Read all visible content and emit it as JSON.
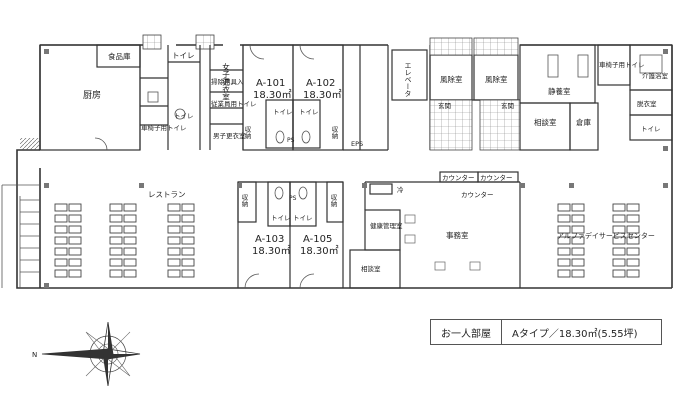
{
  "rooms": {
    "shokuhinko": "食品庫",
    "toile_top": "トイレ",
    "women_changing": "女子更衣室",
    "cleaning_storage": "掃除用具入",
    "emp_toilet": "従業員用トイレ",
    "men_changing": "男子更衣室",
    "kitchen": "厨房",
    "wheelchair_toilet_left": "車椅子用トイレ",
    "toile_left": "トイレ",
    "a101_name": "A-101",
    "a101_area": "18.30㎡",
    "a102_name": "A-102",
    "a102_area": "18.30㎡",
    "a103_name": "A-103",
    "a103_area": "18.30㎡",
    "a105_name": "A-105",
    "a105_area": "18.30㎡",
    "unit_toilet": "トイレ",
    "ps": "PS",
    "storage": "収納",
    "eps": "EPS",
    "elevator": "エレベータ",
    "bath1": "風除室",
    "bath2": "風除室",
    "entrance1": "玄関",
    "entrance2": "玄関",
    "rest_room": "静養室",
    "consult_room_right": "相談室",
    "warehouse": "倉庫",
    "wheelchair_toilet_right": "車椅子用トイレ",
    "care_bath": "介護浴室",
    "changing_room": "脱衣室",
    "toile_right": "トイレ",
    "restaurant": "レストラン",
    "counter1": "カウンター",
    "counter2": "カウンター",
    "counter3": "カウンター",
    "cold": "冷",
    "health_room": "健康管理室",
    "consult_room": "相談室",
    "office": "事務室",
    "service_center": "アルファデイサービスセンター"
  },
  "compass": {
    "north": "N"
  },
  "legend": {
    "unit_label": "お一人部屋",
    "unit_type": "Aタイプ／18.30㎡(5.55坪)"
  }
}
